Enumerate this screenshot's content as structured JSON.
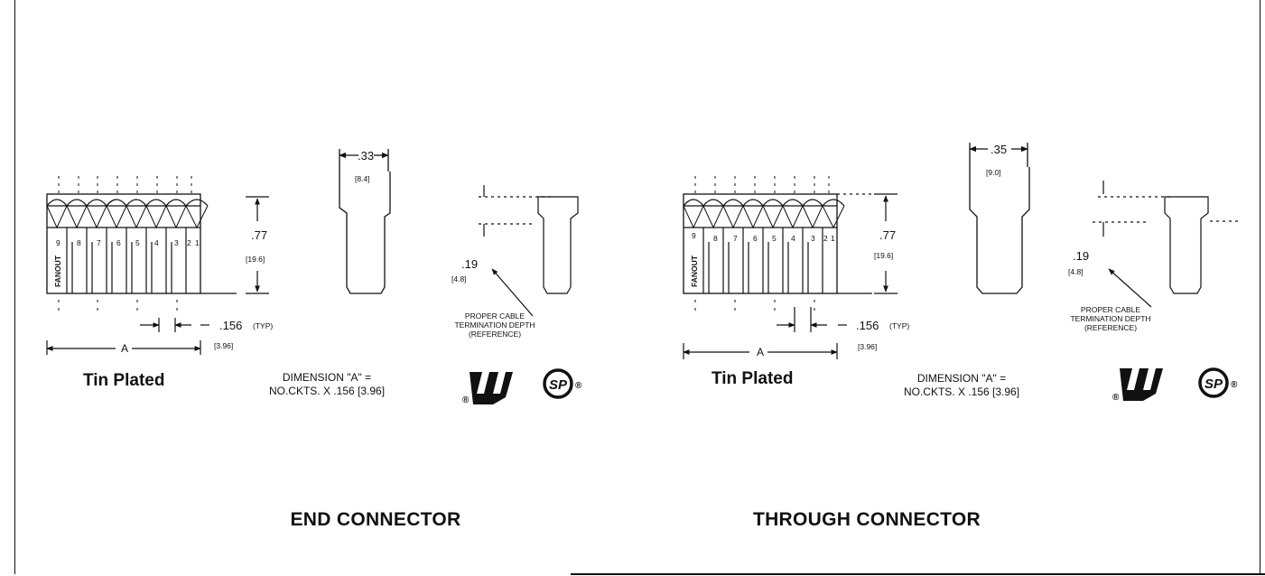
{
  "end_connector": {
    "caption": "END CONNECTOR",
    "plating": "Tin Plated",
    "pin_numbers": [
      "9",
      "8",
      "7",
      "6",
      "5",
      "4",
      "3",
      "2",
      "1"
    ],
    "fanout_label": "FANOUT",
    "height_in": ".77",
    "height_mm": "[19.6]",
    "width_in": ".33",
    "width_mm": "[8.4]",
    "pitch_in": ".156",
    "pitch_suffix": "(TYP)",
    "pitch_mm": "[3.96]",
    "dim_a_label": "A",
    "depth_in": ".19",
    "depth_mm": "[4.8]",
    "note_line1": "PROPER CABLE",
    "note_line2": "TERMINATION DEPTH",
    "note_line3": "(REFERENCE)",
    "formula_line1": "DIMENSION \"A\" =",
    "formula_line2": "NO.CKTS. X .156 [3.96]"
  },
  "through_connector": {
    "caption": "THROUGH CONNECTOR",
    "plating": "Tin Plated",
    "pin_numbers": [
      "9",
      "8",
      "7",
      "6",
      "5",
      "4",
      "3",
      "2",
      "1"
    ],
    "fanout_label": "FANOUT",
    "height_in": ".77",
    "height_mm": "[19.6]",
    "width_in": ".35",
    "width_mm": "[9.0]",
    "pitch_in": ".156",
    "pitch_suffix": "(TYP)",
    "pitch_mm": "[3.96]",
    "dim_a_label": "A",
    "depth_in": ".19",
    "depth_mm": "[4.8]",
    "note_line1": "PROPER CABLE",
    "note_line2": "TERMINATION DEPTH",
    "note_line3": "(REFERENCE)",
    "formula_line1": "DIMENSION \"A\" =",
    "formula_line2": "NO.CKTS. X .156 [3.96]"
  },
  "certifications": {
    "ul_mark": "ul-recognized-logo",
    "csa_mark": "csa-logo",
    "registered": "®"
  }
}
